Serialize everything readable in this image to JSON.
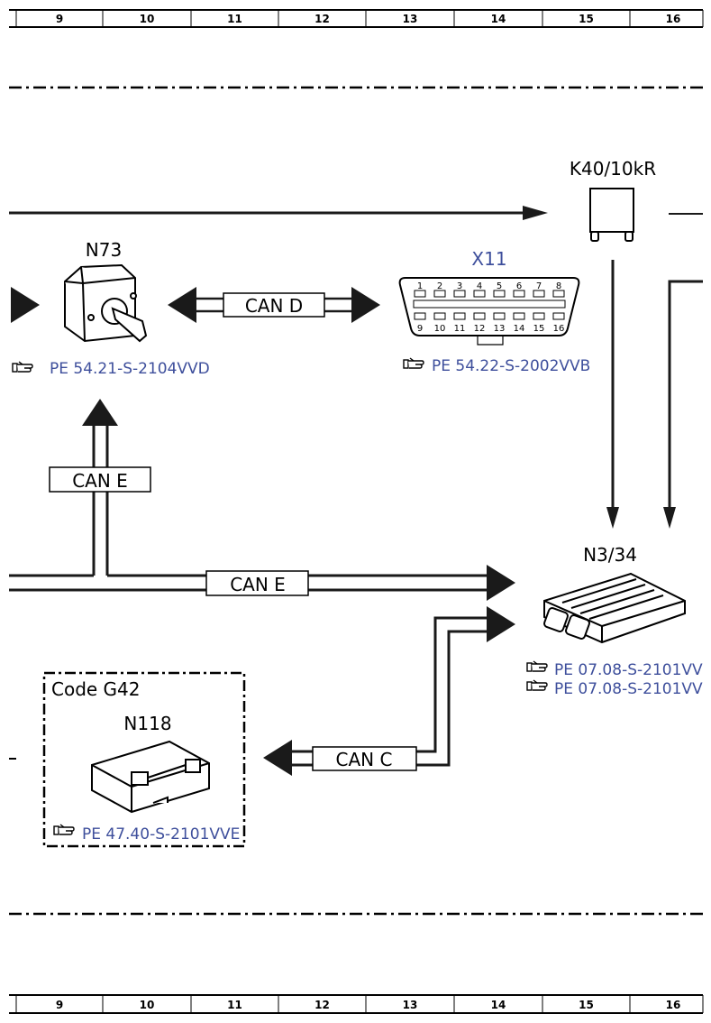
{
  "grid_numbers": [
    "9",
    "10",
    "11",
    "12",
    "13",
    "14",
    "15",
    "16"
  ],
  "components": {
    "relay": {
      "label": "K40/10kR"
    },
    "ignition": {
      "label": "N73",
      "ref": "PE 54.21-S-2104VVD"
    },
    "diag_socket": {
      "label": "X11",
      "ref": "PE 54.22-S-2002VVB",
      "pins_top": [
        "1",
        "2",
        "3",
        "4",
        "5",
        "6",
        "7",
        "8"
      ],
      "pins_bottom": [
        "9",
        "10",
        "11",
        "12",
        "13",
        "14",
        "15",
        "16"
      ]
    },
    "ecu": {
      "label": "N3/34",
      "refs": [
        "PE 07.08-S-2101VV",
        "PE 07.08-S-2101VV"
      ]
    },
    "code_box": {
      "label": "Code G42"
    },
    "n118": {
      "label": "N118",
      "ref": "PE 47.40-S-2101VVE"
    }
  },
  "buses": {
    "can_d": "CAN D",
    "can_e_vertical": "CAN E",
    "can_e_horizontal": "CAN E",
    "can_c": "CAN C"
  },
  "colors": {
    "link": "#3e4f9c",
    "line": "#1a1a1a"
  },
  "icons": {
    "reference": "pointing-hand-icon"
  }
}
